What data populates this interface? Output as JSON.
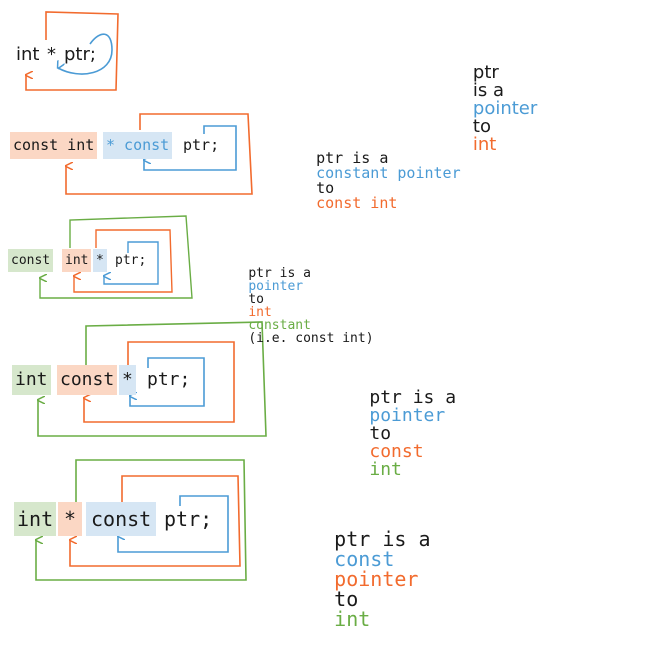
{
  "colors": {
    "orange": "#f26b2e",
    "blue": "#4b9bd5",
    "green": "#6aad45",
    "orange_bg": "#fbd7c4",
    "blue_bg": "#d6e6f4",
    "green_bg": "#d6e7cc",
    "text": "#1a1a1a"
  },
  "rows": [
    {
      "code": [
        "int",
        "*",
        "ptr;"
      ],
      "desc": [
        "ptr",
        "is a",
        "pointer",
        "to",
        "int"
      ]
    },
    {
      "code": [
        "const int",
        "* const",
        "ptr;"
      ],
      "desc": [
        "ptr is a",
        "constant pointer",
        "to",
        "const int"
      ]
    },
    {
      "code": [
        "const",
        "int",
        "*",
        "ptr;"
      ],
      "desc": [
        "ptr is a",
        "pointer",
        "to",
        "int",
        "constant",
        "(i.e. const int)"
      ]
    },
    {
      "code": [
        "int",
        "const",
        "*",
        "ptr;"
      ],
      "desc": [
        "ptr is a",
        "pointer",
        "to",
        "const",
        "int"
      ]
    },
    {
      "code": [
        "int",
        "*",
        "const",
        "ptr;"
      ],
      "desc": [
        "ptr is a",
        "const",
        "pointer",
        "to",
        "int"
      ]
    }
  ]
}
